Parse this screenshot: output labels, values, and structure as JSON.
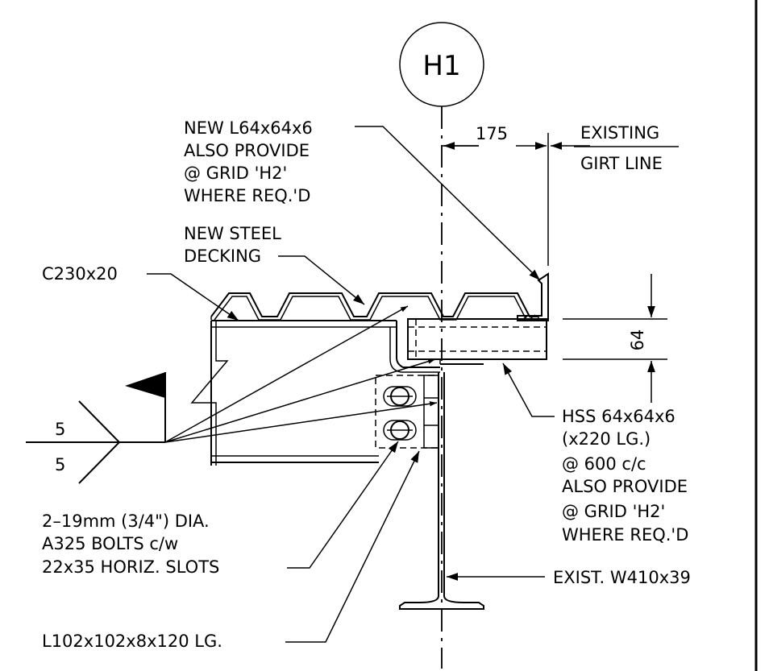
{
  "grid": {
    "label": "H1"
  },
  "dimensions": {
    "horizontal": "175",
    "vertical": "64"
  },
  "existing_girt": {
    "line1": "EXISTING",
    "line2": "GIRT LINE"
  },
  "angle_note": [
    "NEW L64x64x6",
    "ALSO PROVIDE",
    "@ GRID 'H2'",
    "WHERE REQ.'D"
  ],
  "decking_note": [
    "NEW STEEL",
    "DECKING"
  ],
  "channel_note": "C230x20",
  "weld": {
    "top": "5",
    "bottom": "5"
  },
  "hss_note": [
    "HSS 64x64x6",
    "(x220 LG.)",
    "@ 600 c/c",
    "ALSO PROVIDE",
    "@ GRID 'H2'",
    "WHERE REQ.'D"
  ],
  "bolts_note": [
    "2–19mm (3/4\") DIA.",
    "A325 BOLTS c/w",
    "22x35 HORIZ. SLOTS"
  ],
  "beam_note": "EXIST. W410x39",
  "clip_angle_note": "L102x102x8x120 LG."
}
